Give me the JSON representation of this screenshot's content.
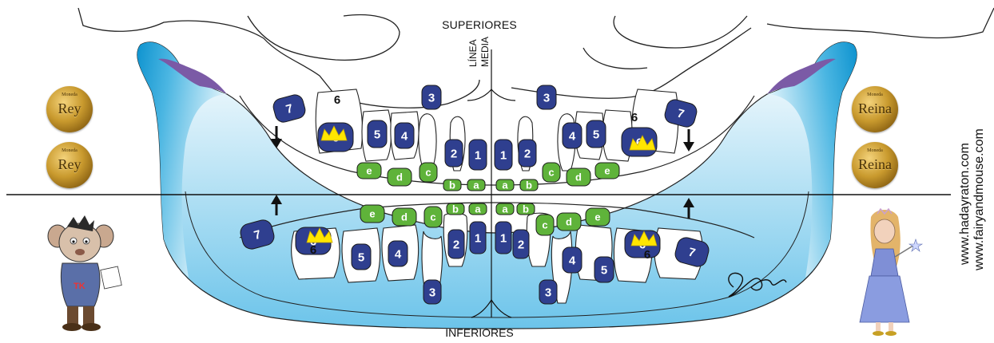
{
  "labels": {
    "top": "SUPERIORES",
    "bottom": "INFERIORES",
    "midline_1": "LÍNEA",
    "midline_2": "MEDIA"
  },
  "coins": {
    "left_text": "Rey",
    "right_text": "Reina",
    "small_text": "Moneda"
  },
  "websites": [
    "www.hadayraton.com",
    "www.fairyandmouse.com"
  ],
  "signature": "S Cardoso",
  "upper_teeth": {
    "left": [
      "7",
      "6",
      "5",
      "4",
      "3",
      "2",
      "1"
    ],
    "right": [
      "1",
      "2",
      "3",
      "4",
      "5",
      "6",
      "7"
    ]
  },
  "upper_primary": {
    "left": [
      "e",
      "d",
      "c",
      "b",
      "a"
    ],
    "right": [
      "a",
      "b",
      "c",
      "d",
      "e"
    ]
  },
  "lower_teeth": {
    "left": [
      "7",
      "6",
      "5",
      "4",
      "3",
      "2",
      "1"
    ],
    "right": [
      "1",
      "2",
      "3",
      "4",
      "5",
      "6",
      "7"
    ]
  },
  "lower_primary": {
    "left": [
      "e",
      "d",
      "c",
      "b",
      "a"
    ],
    "right": [
      "a",
      "b",
      "c",
      "d",
      "e"
    ]
  },
  "colors": {
    "permanent": "#2f3f8f",
    "primary": "#5fb33a",
    "jaw_dark": "#1aa4d8",
    "jaw_light": "#e6f5fc",
    "crown": "#ffe600",
    "purple": "#7b5aa6"
  }
}
